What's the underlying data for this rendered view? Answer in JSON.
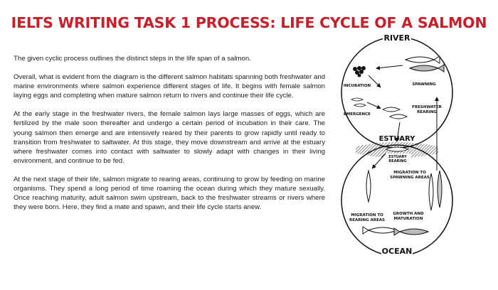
{
  "page": {
    "title": "IELTS WRITING TASK 1 PROCESS: LIFE CYCLE OF A SALMON",
    "paragraphs": [
      "The given cyclic process outlines the distinct steps in the life span of a salmon.",
      "Overall, what is evident from the diagram is the different salmon habitats spanning both freshwater and marine environments where salmon experience different stages of life. It begins with female salmon laying eggs and completing when mature salmon return to rivers and continue their life cycle.",
      "At the early stage in the freshwater rivers, the female salmon lays large masses of eggs, which are fertilized by the male soon thereafter and undergo a certain period of incubation in their care. The young salmon then emerge and are intensively reared by their parents to grow rapidly until ready to transition from freshwater to saltwater. At this stage, they move downstream and arrive at the estuary where freshwater comes into contact with saltwater to slowly adapt with changes in their living environment, and continue to be fed.",
      "At the next stage of their life, salmon migrate to rearing areas, continuing to grow by feeding on marine organisms. They spend a long period of time roaming the ocean during which they mature sexually. Once reaching maturity, adult salmon swim upstream, back to the freshwater streams or rivers where they were born. Here, they find a mate and spawn, and their life cycle starts anew."
    ]
  },
  "diagram": {
    "river": "RIVER",
    "estuary": "ESTUARY",
    "ocean": "OCEAN",
    "incubation": "INCUBATION",
    "spawning": "SPAWNING",
    "emergence": "EMERGENCE",
    "freshwater_rearing_1": "FRESHWATER",
    "freshwater_rearing_2": "REARING",
    "estuary_rearing_1": "ESTUARY",
    "estuary_rearing_2": "REARING",
    "migration_spawning_1": "MIGRATION TO",
    "migration_spawning_2": "SPAWNING AREAS",
    "migration_rearing_1": "MIGRATION TO",
    "migration_rearing_2": "REARING AREAS",
    "growth_1": "GROWTH AND",
    "growth_2": "MATURATION"
  }
}
